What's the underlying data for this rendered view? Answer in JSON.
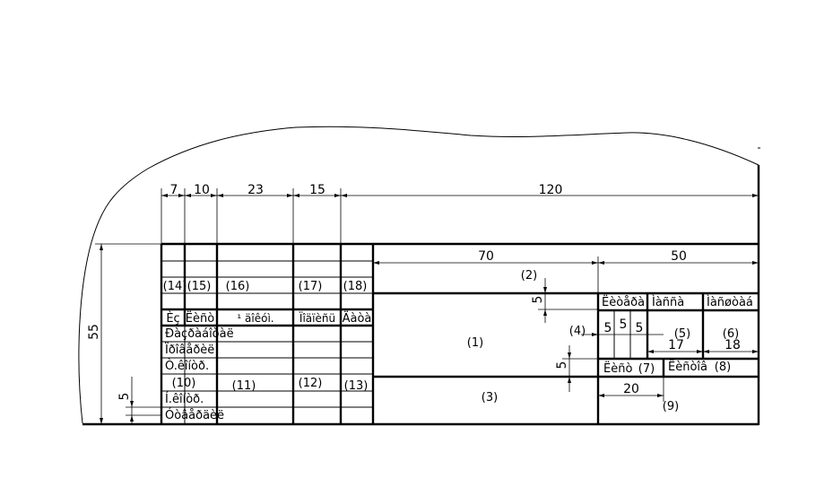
{
  "dimensions": {
    "top_col_a": "7",
    "top_col_b": "10",
    "top_col_c": "23",
    "top_col_d": "15",
    "top_main": "120",
    "main_left": "70",
    "main_right": "50",
    "left_height": "55",
    "left_row": "5",
    "field_row_top": "5",
    "field_row_mid": "5",
    "sub_a": "5",
    "sub_b": "5",
    "sub_c": "5",
    "width_17": "17",
    "width_18": "18",
    "width_20": "20"
  },
  "fields": {
    "f1": "(1)",
    "f2": "(2)",
    "f3": "(3)",
    "f4": "(4)",
    "f5": "(5)",
    "f6": "(6)",
    "f7": "(7)",
    "f8": "(8)",
    "f9": "(9)",
    "f10": "(10)",
    "f11": "(11)",
    "f12": "(12)",
    "f13": "(13)",
    "f14": "(14)",
    "f15": "(15)",
    "f16": "(16)",
    "f17": "(17)",
    "f18": "(18)"
  },
  "header_row": {
    "col1": "Èç",
    "col2": "Ëèñò",
    "col3": "¹ äîêóì.",
    "col4": "Ïîäïèñü",
    "col5": "Äàòà"
  },
  "role_rows": {
    "r1": "Ðàçðàáîòàë",
    "r2": "Ïðîâåðèë",
    "r3": "Ò.êîíòð.",
    "r4": "Í.êîíòð.",
    "r5": "Óòâåðäèë"
  },
  "right_block": {
    "litera": "Ëèòåðà",
    "massa": "Ìàññà",
    "masshtab": "Ìàñøòàá",
    "list": "Ëèñò",
    "listov": "Ëèñòîâ"
  }
}
